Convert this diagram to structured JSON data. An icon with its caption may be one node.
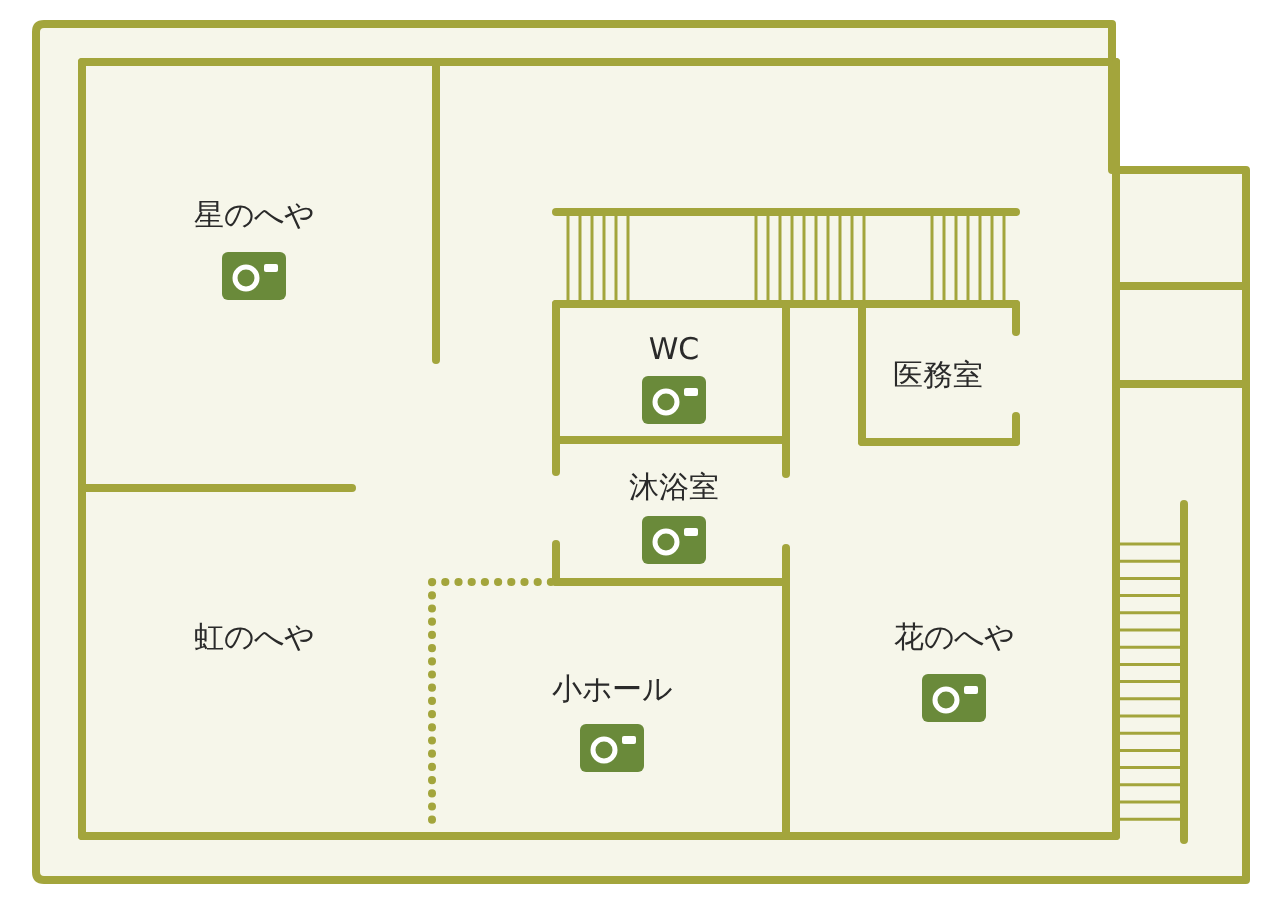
{
  "diagram": {
    "labels": [
      "星のへや",
      "WC",
      "医務室",
      "沐浴室",
      "虹のへや",
      "花のへや",
      "小ホール"
    ]
  }
}
